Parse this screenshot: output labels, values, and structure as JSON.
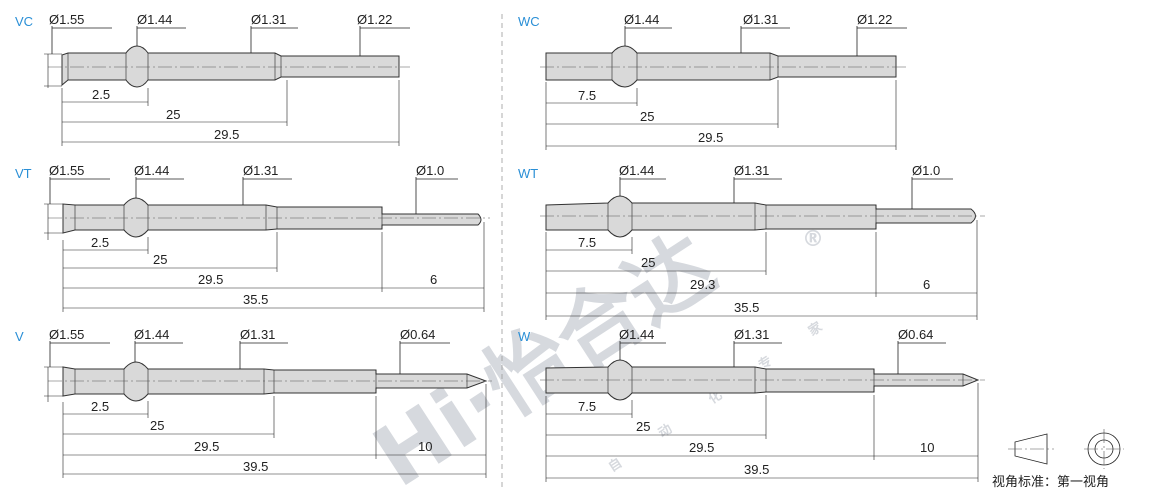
{
  "watermark": {
    "logo_text": "Hi·怡合达",
    "registered_mark": "®",
    "small_chars": [
      "自",
      "动",
      "化",
      "专",
      "家"
    ]
  },
  "projection": {
    "label": "视角标准：第一视角"
  },
  "panels": [
    {
      "id": "VC",
      "label": "VC",
      "tip": "flat",
      "diameters": [
        "Ø1.55",
        "Ø1.44",
        "Ø1.31",
        "Ø1.22"
      ],
      "lengths": [
        "2.5",
        "25",
        "29.5"
      ]
    },
    {
      "id": "WC",
      "label": "WC",
      "tip": "flat",
      "diameters": [
        "Ø1.44",
        "Ø1.31",
        "Ø1.22"
      ],
      "lengths": [
        "7.5",
        "25",
        "29.5"
      ]
    },
    {
      "id": "VT",
      "label": "VT",
      "tip": "round",
      "diameters": [
        "Ø1.55",
        "Ø1.44",
        "Ø1.31",
        "Ø1.0"
      ],
      "lengths": [
        "2.5",
        "25",
        "29.5",
        "6",
        "35.5"
      ]
    },
    {
      "id": "WT",
      "label": "WT",
      "tip": "round",
      "diameters": [
        "Ø1.44",
        "Ø1.31",
        "Ø1.0"
      ],
      "lengths": [
        "7.5",
        "25",
        "29.3",
        "6",
        "35.5"
      ]
    },
    {
      "id": "V",
      "label": "V",
      "tip": "point",
      "diameters": [
        "Ø1.55",
        "Ø1.44",
        "Ø1.31",
        "Ø0.64"
      ],
      "lengths": [
        "2.5",
        "25",
        "29.5",
        "10",
        "39.5"
      ]
    },
    {
      "id": "W",
      "label": "W",
      "tip": "point",
      "diameters": [
        "Ø1.44",
        "Ø1.31",
        "Ø0.64"
      ],
      "lengths": [
        "7.5",
        "25",
        "29.5",
        "10",
        "39.5"
      ]
    }
  ]
}
